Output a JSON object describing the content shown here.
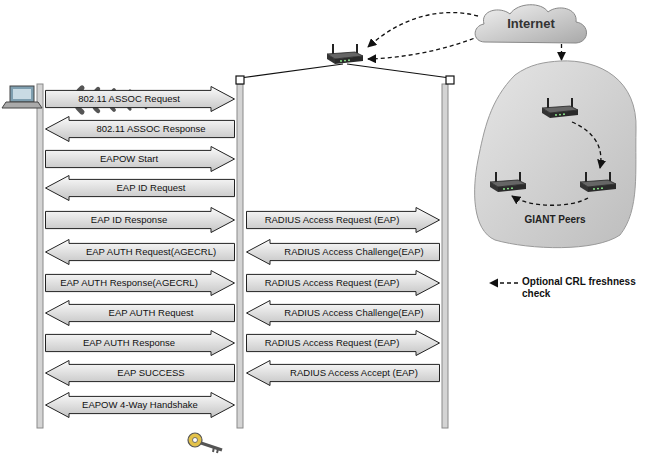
{
  "diagram": {
    "nodes": [
      {
        "text": [
          "Internet"
        ]
      },
      {
        "text": [
          "GIANT Peers"
        ]
      },
      {
        "text": [
          "802.11 ASSOC Request"
        ]
      },
      {
        "text": [
          "802.11 ASSOC Response"
        ]
      },
      {
        "text": [
          "EAPOW Start"
        ]
      },
      {
        "text": [
          "EAP ID Request"
        ]
      },
      {
        "text": [
          "EAP ID Response"
        ]
      },
      {
        "text": [
          "RADIUS Access Request (EAP)"
        ]
      },
      {
        "text": [
          "EAP AUTH Request(AGECRL)"
        ]
      },
      {
        "text": [
          "RADIUS Access Challenge(EAP)"
        ]
      },
      {
        "text": [
          "EAP AUTH Response(AGECRL)"
        ]
      },
      {
        "text": [
          "RADIUS Access Request (EAP)"
        ]
      },
      {
        "text": [
          "EAP AUTH Request"
        ]
      },
      {
        "text": [
          "RADIUS Access Challenge(EAP)"
        ]
      },
      {
        "text": [
          "EAP AUTH Response"
        ]
      },
      {
        "text": [
          "RADIUS Access Request (EAP)"
        ]
      },
      {
        "text": [
          "EAP SUCCESS"
        ]
      },
      {
        "text": [
          "RADIUS Access Accept (EAP)"
        ]
      },
      {
        "text": [
          "EAPOW 4-Way Handshake"
        ]
      }
    ],
    "edges": [
      {
        "from": 0,
        "to": 1,
        "arrow": "to"
      }
    ],
    "legend": [
      {
        "text": "Optional CRL freshness check"
      }
    ]
  }
}
